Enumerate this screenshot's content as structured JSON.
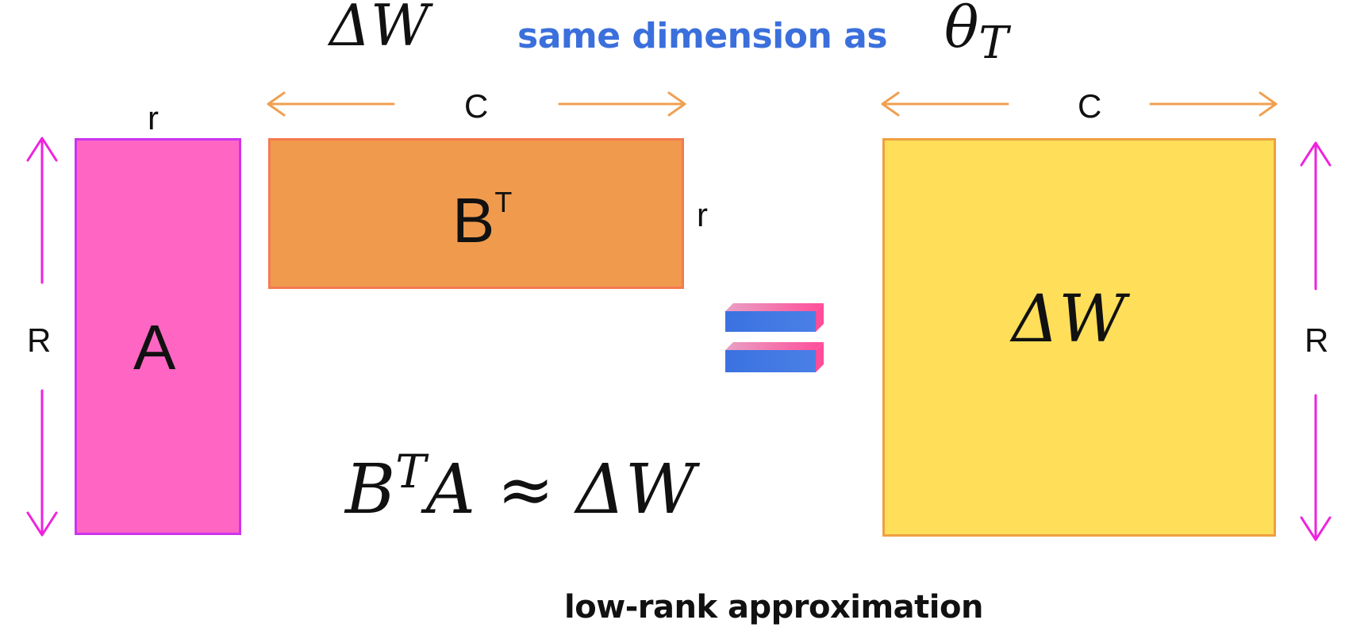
{
  "header": {
    "delta_w": "ΔW",
    "same_dimension_text": "same dimension as",
    "theta_base": "θ",
    "theta_sub": "T"
  },
  "matrix_a": {
    "label": "A",
    "width_label": "r",
    "height_label": "R",
    "fill": "#ff66c4",
    "border": "#cc33ee"
  },
  "matrix_bt": {
    "label_base": "B",
    "label_sup": "T",
    "width_label": "C",
    "height_label": "r",
    "fill": "#ef9a4d",
    "border": "#f47a50"
  },
  "matrix_dw": {
    "label": "ΔW",
    "width_label": "C",
    "height_label": "R",
    "fill": "#ffde59",
    "border": "#f0a040"
  },
  "equals_icon": "equals-icon",
  "formula": {
    "b": "B",
    "t": "T",
    "rest": "A ≈ ΔW"
  },
  "caption": "low-rank approximation",
  "colors": {
    "accent_blue": "#3b6fdc",
    "arrow_orange": "#f0a050",
    "arrow_magenta": "#ee22dd"
  }
}
